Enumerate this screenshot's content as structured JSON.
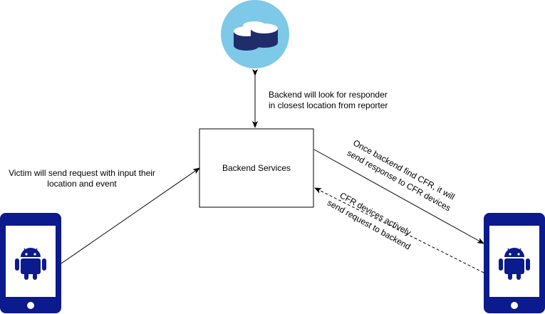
{
  "backend": {
    "label": "Backend Services"
  },
  "labels": {
    "lookup_line1": "Backend will look for responder",
    "lookup_line2": "in closest location from reporter",
    "victim_line1": "Victim will send request with input their",
    "victim_line2": "location and event",
    "response_line1": "Once backend find CFR, it will",
    "response_line2": "send response to CFR devices",
    "cfr_line1": "CFR devices actively",
    "cfr_line2": "send request to backend"
  },
  "icons": {
    "database": "cloud-database-icon",
    "victim_phone": "android-phone-icon",
    "cfr_phone": "android-phone-icon"
  },
  "colors": {
    "database_circle": "#7ec8e8",
    "database_body": "#1f2d6b",
    "database_top": "#ffffff",
    "phone_body": "#0b1a8c",
    "phone_screen": "#ffffff",
    "android": "#0b1a8c",
    "line": "#000000"
  }
}
